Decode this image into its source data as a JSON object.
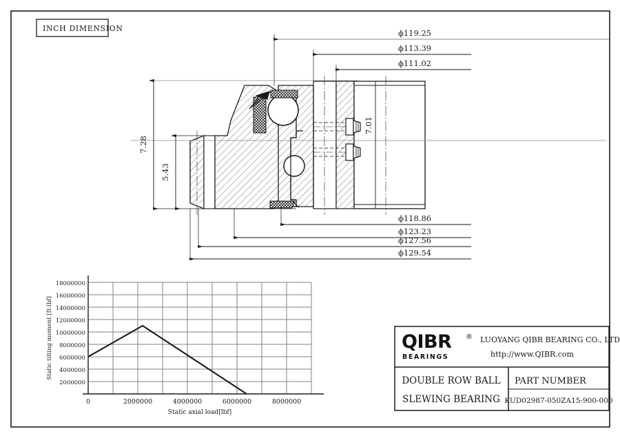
{
  "sheet": {
    "label_box": "INCH DIMENSION"
  },
  "dimensions": {
    "top": [
      {
        "name": "dia-119-25",
        "label": "ϕ119.25"
      },
      {
        "name": "dia-113-39",
        "label": "ϕ113.39"
      },
      {
        "name": "dia-111-02",
        "label": "ϕ111.02"
      }
    ],
    "bottom": [
      {
        "name": "dia-118-86",
        "label": "ϕ118.86"
      },
      {
        "name": "dia-123-23",
        "label": "ϕ123.23"
      },
      {
        "name": "dia-127-56",
        "label": "ϕ127.56"
      },
      {
        "name": "dia-129-54",
        "label": "ϕ129.54"
      }
    ],
    "left": [
      {
        "name": "height-7-28",
        "label": "7.28"
      },
      {
        "name": "height-5-43",
        "label": "5.43"
      }
    ],
    "right": [
      {
        "name": "width-7-01",
        "label": "7.01"
      }
    ]
  },
  "chart_data": {
    "type": "line",
    "title": "",
    "xlabel": "Static axial load[lbf]",
    "ylabel": "Static tilting moment [ft-lbf]",
    "xlim": [
      0,
      9000000
    ],
    "ylim": [
      0,
      19000000
    ],
    "xticks": [
      0,
      2000000,
      4000000,
      6000000,
      8000000
    ],
    "xtick_labels": [
      "0",
      "2000000",
      "4000000",
      "6000000",
      "8000000"
    ],
    "yticks": [
      2000000,
      4000000,
      6000000,
      8000000,
      10000000,
      12000000,
      14000000,
      16000000,
      18000000
    ],
    "ytick_labels": [
      "2000000",
      "4000000",
      "6000000",
      "8000000",
      "10000000",
      "12000000",
      "14000000",
      "16000000",
      "18000000"
    ],
    "grid": true,
    "legend": "none",
    "series": [
      {
        "name": "static-capacity-curve",
        "x": [
          0,
          2200000,
          6400000
        ],
        "y": [
          6000000,
          11000000,
          0
        ]
      }
    ]
  },
  "title_block": {
    "logo_text": "QIBR",
    "logo_registered": "®",
    "logo_sub": "BEARINGS",
    "company": "LUOYANG QIBR BEARING CO., LTD",
    "website": "http://www.QIBR.com",
    "product_line1": "DOUBLE ROW BALL",
    "product_line2": "SLEWING BEARING",
    "part_number_label": "PART NUMBER",
    "part_number": "KUD02987-050ZA15-900-000"
  },
  "colors": {
    "line": "#1a1a1a",
    "grid": "#808080",
    "thin": "#555555"
  }
}
